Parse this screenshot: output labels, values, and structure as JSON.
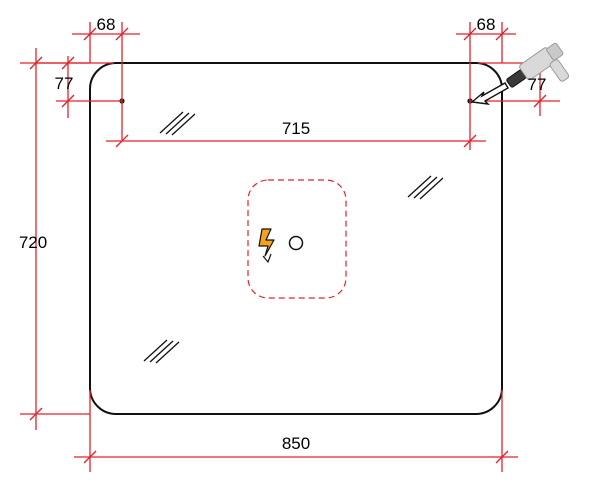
{
  "dimensions": {
    "hole_offset_x_left": "68",
    "hole_offset_x_right": "68",
    "hole_offset_y_left": "77",
    "hole_offset_y_right": "77",
    "hole_spacing": "715",
    "height": "720",
    "width": "850"
  },
  "colors": {
    "dimension_line": "#e1222a",
    "outline": "#111111",
    "cutout": "#e1222a",
    "lightning": "#f5a21b"
  },
  "icons": {
    "glass": "glass-reflection-icon",
    "power": "lightning-bolt-icon",
    "drill": "drill-icon"
  }
}
